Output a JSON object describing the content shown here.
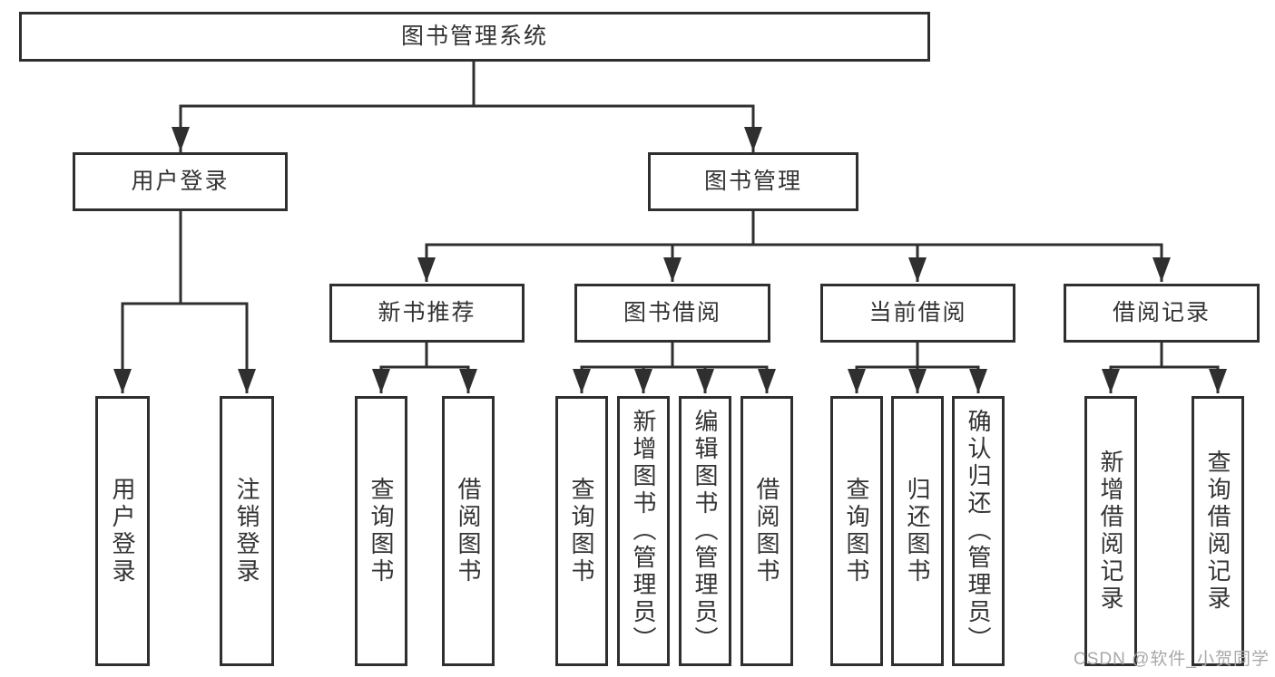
{
  "colors": {
    "line": "#2f2f2f",
    "text": "#333333",
    "wm": "#a8a8a8",
    "bg": "#ffffff"
  },
  "tree": {
    "root": {
      "label": "图书管理系统"
    },
    "level2": [
      {
        "label": "用户登录",
        "children": [
          {
            "label": "用户登录"
          },
          {
            "label": "注销登录"
          }
        ]
      },
      {
        "label": "图书管理",
        "children": [
          {
            "label": "新书推荐",
            "children": [
              {
                "label": "查询图书"
              },
              {
                "label": "借阅图书"
              }
            ]
          },
          {
            "label": "图书借阅",
            "children": [
              {
                "label": "查询图书"
              },
              {
                "label": "新增图书（管理员）"
              },
              {
                "label": "编辑图书（管理员）"
              },
              {
                "label": "借阅图书"
              }
            ]
          },
          {
            "label": "当前借阅",
            "children": [
              {
                "label": "查询图书"
              },
              {
                "label": "归还图书"
              },
              {
                "label": "确认归还（管理员）"
              }
            ]
          },
          {
            "label": "借阅记录",
            "children": [
              {
                "label": "新增借阅记录"
              },
              {
                "label": "查询借阅记录"
              }
            ]
          }
        ]
      }
    ]
  },
  "watermark": {
    "text": "CSDN @软件_小贺同学"
  }
}
